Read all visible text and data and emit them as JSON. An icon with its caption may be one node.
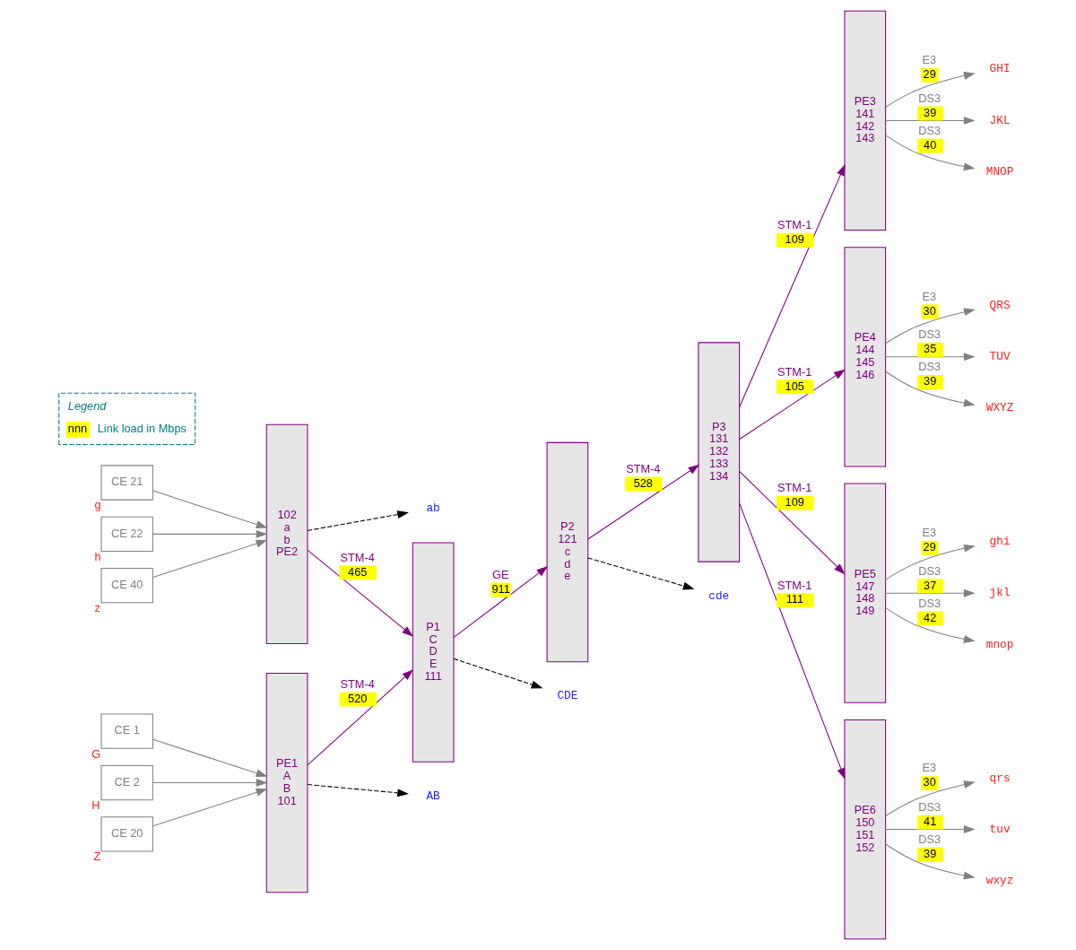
{
  "diagram": {
    "nodes": [
      {
        "text": [
          "PE1",
          "A",
          "B",
          "101"
        ]
      },
      {
        "text": [
          "CE 1"
        ],
        "beside": [
          "G"
        ]
      },
      {
        "text": [
          "CE 2"
        ],
        "beside": [
          "H"
        ]
      },
      {
        "text": [
          "CE 20"
        ],
        "beside": [
          "Z"
        ]
      },
      {
        "text": [
          "102",
          "a",
          "b",
          "PE2"
        ]
      },
      {
        "text": [
          "CE 21"
        ],
        "beside": [
          "g"
        ]
      },
      {
        "text": [
          "CE 22"
        ],
        "beside": [
          "h"
        ]
      },
      {
        "text": [
          "CE 40"
        ],
        "beside": [
          "z"
        ]
      },
      {
        "text": [
          "P1",
          "C",
          "D",
          "E",
          "111"
        ]
      },
      {
        "text": [
          "P2",
          "121",
          "c",
          "d",
          "e"
        ]
      },
      {
        "text": [
          "P3",
          "131",
          "132",
          "133",
          "134"
        ]
      },
      {
        "text": [
          "AB"
        ]
      },
      {
        "text": [
          "CDE"
        ]
      },
      {
        "text": [
          "ab"
        ]
      },
      {
        "text": [
          "cde"
        ]
      },
      {
        "text": [
          "PE3",
          "141",
          "142",
          "143"
        ]
      },
      {
        "text": [
          "PE4",
          "144",
          "145",
          "146"
        ]
      },
      {
        "text": [
          "PE5",
          "147",
          "148",
          "149"
        ]
      },
      {
        "text": [
          "PE6",
          "150",
          "151",
          "152"
        ]
      },
      {
        "text": [
          "GHI"
        ]
      },
      {
        "text": [
          "JKL"
        ]
      },
      {
        "text": [
          "MNOP"
        ]
      },
      {
        "text": [
          "QRS"
        ]
      },
      {
        "text": [
          "TUV"
        ]
      },
      {
        "text": [
          "WXYZ"
        ]
      },
      {
        "text": [
          "ghi"
        ]
      },
      {
        "text": [
          "jkl"
        ]
      },
      {
        "text": [
          "mnop"
        ]
      },
      {
        "text": [
          "qrs"
        ]
      },
      {
        "text": [
          "tuv"
        ]
      },
      {
        "text": [
          "wxyz"
        ]
      }
    ],
    "edges": [
      {
        "from": 1,
        "to": 0,
        "arrow": "to"
      },
      {
        "from": 2,
        "to": 0,
        "arrow": "to"
      },
      {
        "from": 3,
        "to": 0,
        "arrow": "to"
      },
      {
        "from": 5,
        "to": 4,
        "arrow": "to"
      },
      {
        "from": 6,
        "to": 4,
        "arrow": "to"
      },
      {
        "from": 7,
        "to": 4,
        "arrow": "to"
      },
      {
        "from": 0,
        "to": 11,
        "arrow": "to",
        "style": "dashed",
        "color": "#000000"
      },
      {
        "from": 0,
        "to": 8,
        "arrow": "to",
        "label": "STM-4 520",
        "color": "#800080"
      },
      {
        "from": 4,
        "to": 8,
        "arrow": "to",
        "label": "STM-4 465",
        "color": "#800080"
      },
      {
        "from": 4,
        "to": 13,
        "arrow": "to",
        "style": "dashed",
        "color": "#000000"
      },
      {
        "from": 8,
        "to": 12,
        "arrow": "to",
        "style": "dashed",
        "color": "#000000"
      },
      {
        "from": 8,
        "to": 9,
        "arrow": "to",
        "label": "GE 911",
        "color": "#800080"
      },
      {
        "from": 9,
        "to": 10,
        "arrow": "to",
        "label": "STM-4 528",
        "color": "#800080"
      },
      {
        "from": 9,
        "to": 14,
        "arrow": "to",
        "style": "dashed",
        "color": "#000000"
      },
      {
        "from": 10,
        "to": 15,
        "arrow": "to",
        "label": "STM-1 109",
        "color": "#800080"
      },
      {
        "from": 10,
        "to": 16,
        "arrow": "to",
        "label": "STM-1 105",
        "color": "#800080"
      },
      {
        "from": 10,
        "to": 17,
        "arrow": "to",
        "label": "STM-1 109",
        "color": "#800080"
      },
      {
        "from": 10,
        "to": 18,
        "arrow": "to",
        "label": "STM-1 111",
        "color": "#800080"
      },
      {
        "from": 15,
        "to": 19,
        "arrow": "to",
        "label": "E3 29"
      },
      {
        "from": 15,
        "to": 20,
        "arrow": "to",
        "label": "DS3 39"
      },
      {
        "from": 15,
        "to": 21,
        "arrow": "to",
        "label": "DS3 40"
      },
      {
        "from": 16,
        "to": 22,
        "arrow": "to",
        "label": "E3 30"
      },
      {
        "from": 16,
        "to": 23,
        "arrow": "to",
        "label": "DS3 35"
      },
      {
        "from": 16,
        "to": 24,
        "arrow": "to",
        "label": "DS3 39"
      },
      {
        "from": 17,
        "to": 25,
        "arrow": "to",
        "label": "E3 29"
      },
      {
        "from": 17,
        "to": 26,
        "arrow": "to",
        "label": "DS3 37"
      },
      {
        "from": 17,
        "to": 27,
        "arrow": "to",
        "label": "DS3 42"
      },
      {
        "from": 18,
        "to": 28,
        "arrow": "to",
        "label": "E3 30"
      },
      {
        "from": 18,
        "to": 29,
        "arrow": "to",
        "label": "DS3 41"
      },
      {
        "from": 18,
        "to": 30,
        "arrow": "to",
        "label": "DS3 39"
      }
    ],
    "labels": [
      "Legend",
      "nnn"
    ],
    "legend": [
      {
        "text": "Link load in Mbps",
        "color": "#ffff00"
      }
    ]
  }
}
